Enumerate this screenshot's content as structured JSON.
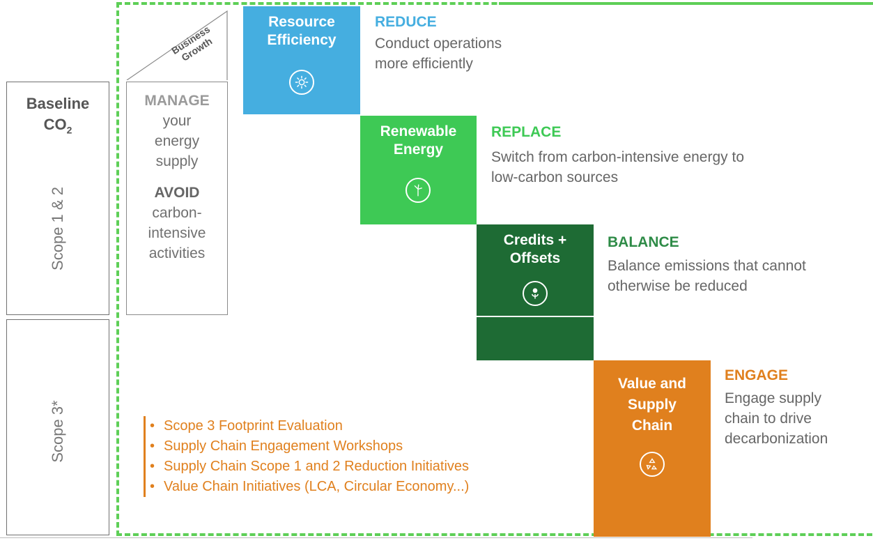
{
  "colors": {
    "reduce": "#45aee0",
    "replace": "#3ec955",
    "balance": "#1e6b34",
    "engage": "#e0801e",
    "frame": "#5ecf57"
  },
  "baseline": {
    "title": "Baseline",
    "co2": "CO",
    "co2_sub": "2",
    "scope12": "Scope 1 & 2",
    "scope3": "Scope 3*"
  },
  "growth": {
    "line1": "Business",
    "line2": "Growth"
  },
  "manage": {
    "heading": "MANAGE",
    "lines": [
      "your",
      "energy",
      "supply"
    ],
    "avoid_heading": "AVOID",
    "avoid_lines": [
      "carbon-",
      "intensive",
      "activities"
    ]
  },
  "steps": {
    "resource": {
      "line1": "Resource",
      "line2": "Efficiency",
      "icon": "gear-icon"
    },
    "renewable": {
      "line1": "Renewable",
      "line2": "Energy",
      "icon": "wind-turbine-icon"
    },
    "credits": {
      "line1": "Credits +",
      "line2": "Offsets",
      "icon": "coin-plant-icon"
    },
    "value": {
      "line1": "Value and",
      "line2": "Supply",
      "line3": "Chain",
      "icon": "recycle-icon"
    }
  },
  "actions": {
    "reduce": {
      "heading": "REDUCE",
      "line1": "Conduct operations",
      "line2": "more efficiently"
    },
    "replace": {
      "heading": "REPLACE",
      "line1": "Switch from carbon-intensive energy to",
      "line2": "low-carbon sources"
    },
    "balance": {
      "heading": "BALANCE",
      "line1": "Balance emissions that cannot",
      "line2": "otherwise be reduced"
    },
    "engage": {
      "heading": "ENGAGE",
      "line1": "Engage supply",
      "line2": "chain to drive",
      "line3": "decarbonization"
    }
  },
  "scope3_initiatives": [
    "Scope 3 Footprint Evaluation",
    "Supply Chain Engagement Workshops",
    "Supply Chain Scope 1 and 2 Reduction Initiatives",
    "Value Chain Initiatives (LCA, Circular Economy...)"
  ]
}
